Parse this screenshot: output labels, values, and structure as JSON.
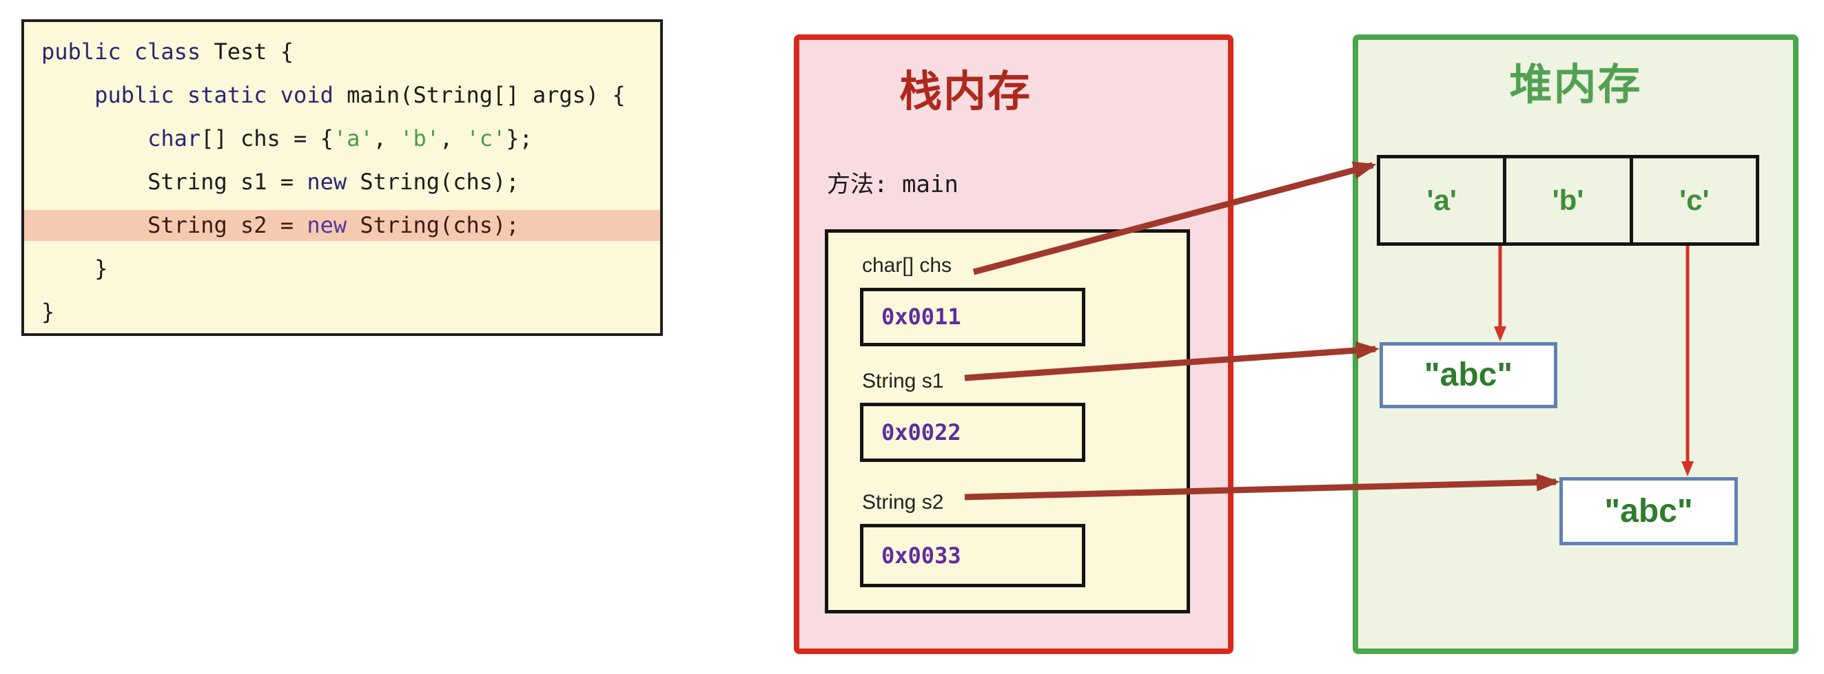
{
  "colors": {
    "stack_border": "#d9281b",
    "stack_bg": "#f8dce2",
    "stack_title_text": "#ad291c",
    "heap_border": "#4aa54c",
    "heap_bg": "#eff3e1",
    "heap_title_text": "#52a152",
    "panel_ivory_bg": "#fcf8da",
    "code_highlight": "#f5cab1",
    "keyword_navy": "#28276f",
    "char_literal_green": "#4a9c40",
    "new_keyword_purple": "#54389b",
    "address_purple": "#5f2d9d",
    "array_char_green": "#3e8e38",
    "string_value_green": "#2e7c2c",
    "string_box_border_blue": "#6181b2",
    "arrow_thick": "#a0382b",
    "arrow_thin": "#d2342a"
  },
  "code_panel": {
    "highlighted_line_index": 4,
    "lines": [
      {
        "segments": [
          {
            "t": "public class "
          },
          {
            "t": "Test {"
          }
        ]
      },
      {
        "segments": [
          {
            "t": "    "
          },
          {
            "t": "public static void "
          },
          {
            "t": "main(String[] args) {"
          }
        ]
      },
      {
        "segments": [
          {
            "t": "        "
          },
          {
            "t": "char"
          },
          {
            "t": "[] chs = {"
          },
          {
            "t": "'a'"
          },
          {
            "t": ", "
          },
          {
            "t": "'b'"
          },
          {
            "t": ", "
          },
          {
            "t": "'c'"
          },
          {
            "t": "};"
          }
        ]
      },
      {
        "segments": [
          {
            "t": "        String s1 = "
          },
          {
            "t": "new"
          },
          {
            "t": " String(chs);"
          }
        ]
      },
      {
        "segments": [
          {
            "t": "        String s2 = "
          },
          {
            "t": "new"
          },
          {
            "t": " String(chs);"
          }
        ]
      },
      {
        "segments": [
          {
            "t": "    }"
          }
        ]
      },
      {
        "segments": [
          {
            "t": "}"
          }
        ]
      }
    ]
  },
  "stack_panel": {
    "title": "栈内存",
    "method_label": "方法: main",
    "variables": [
      {
        "label": "char[] chs",
        "address": "0x0011"
      },
      {
        "label": "String s1",
        "address": "0x0022"
      },
      {
        "label": "String s2",
        "address": "0x0033"
      }
    ]
  },
  "heap_panel": {
    "title": "堆内存",
    "char_array": {
      "cells": [
        "'a'",
        "'b'",
        "'c'"
      ]
    },
    "string_objects": [
      {
        "value": "\"abc\""
      },
      {
        "value": "\"abc\""
      }
    ]
  }
}
